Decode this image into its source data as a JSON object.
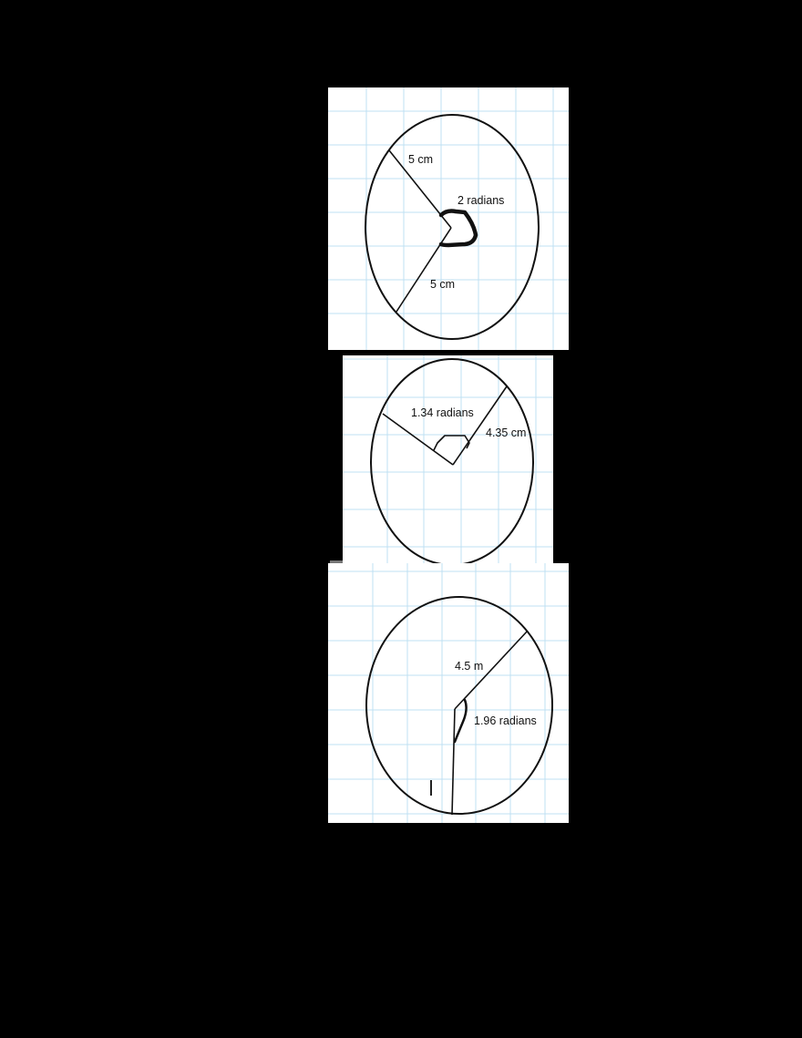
{
  "diagrams": [
    {
      "id": "sector-1",
      "labels": {
        "radius_top": "5 cm",
        "angle": "2 radians",
        "radius_bottom": "5 cm"
      },
      "radius_value": 5,
      "radius_unit": "cm",
      "angle_radians": 2
    },
    {
      "id": "sector-2",
      "labels": {
        "angle": "1.34 radians",
        "radius": "4.35 cm"
      },
      "radius_value": 4.35,
      "radius_unit": "cm",
      "angle_radians": 1.34
    },
    {
      "id": "sector-3",
      "labels": {
        "radius": "4.5 m",
        "angle": "1.96 radians"
      },
      "radius_value": 4.5,
      "radius_unit": "m",
      "angle_radians": 1.96
    }
  ],
  "colors": {
    "background": "#000000",
    "paper": "#ffffff",
    "grid": "#bfe0f3",
    "ink": "#111111"
  }
}
